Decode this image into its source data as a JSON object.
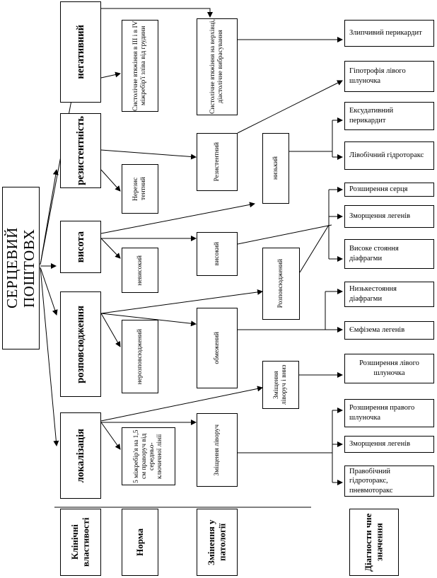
{
  "title": "СЕРЦЕВИЙ ПОШТОВХ",
  "properties": [
    "негативний",
    "резистентність",
    "висота",
    "розповсюдження",
    "локалізація"
  ],
  "norm": {
    "negative": "Систолічне втяжіння в ІІІ і в IV міжребір'ї зліва від грудини",
    "resistance": "Нерезис тентний",
    "height": "невисокий",
    "spread": "нерозповсюджений",
    "location": "5 міжребір'я на 1,5 см праворуч від середньо-ключичної лінії"
  },
  "pathology": {
    "negative": "Систолічне втяжіння на верхівці, діастолічне вибрасування",
    "resistant": "Резистентний",
    "low": "низький",
    "high": "високий",
    "spread": "Розповсюджений",
    "limited": "обмежений",
    "shift_left_down": "Зміщення ліворуч і вниз",
    "shift_left": "Зміщення ліворуч"
  },
  "diagnoses": [
    "Злипчивий перикардит",
    "Гіпотрофія лівого шлуночка",
    "Ексудативний перикардит",
    "Лівобічний гідроторакс",
    "Розширення серця",
    "Зморщення легенів",
    "Високе стояння діафрагми",
    "Низькестояння діафрагми",
    "Ємфізема легенів",
    "Розширення лівого шлуночка",
    "Розширення правого шлуночка",
    "Зморщення легенів",
    "Правобічний гідроторакс, пневмоторакс"
  ],
  "column_headers": {
    "clinical": "Клінічні властивості",
    "norm": "Норма",
    "pathology": "Змінення у патології",
    "diagnostic": "Діагности чне значення"
  }
}
